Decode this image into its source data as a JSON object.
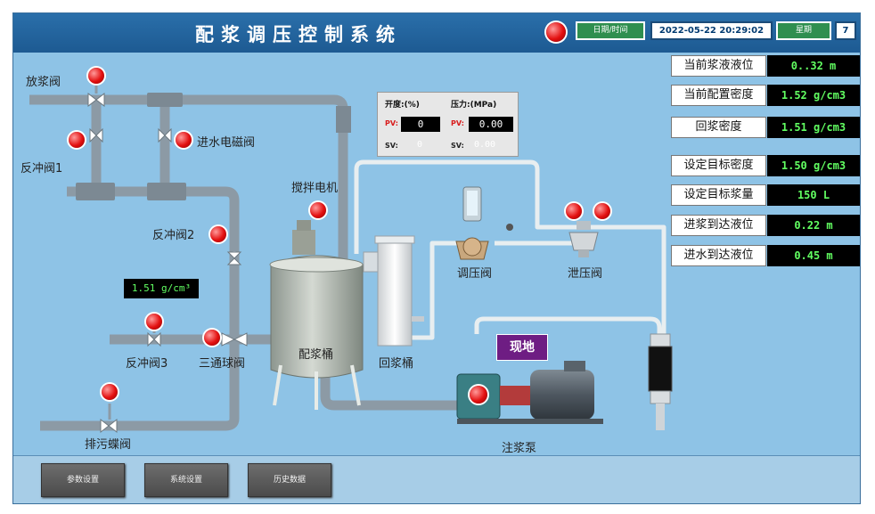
{
  "header": {
    "title": "配浆调压控制系统",
    "datetime_label": "日期/时间",
    "datetime_value": "2022-05-22 20:29:02",
    "weekday_label": "星期",
    "weekday_value": "7"
  },
  "status": [
    {
      "label": "当前浆液液位",
      "value": "0..32 m"
    },
    {
      "label": "当前配置密度",
      "value": "1.52 g/cm3"
    },
    {
      "label": "回浆密度",
      "value": "1.51 g/cm3"
    },
    {
      "label": "设定目标密度",
      "value": "1.50 g/cm3"
    },
    {
      "label": "设定目标浆量",
      "value": "150 L"
    },
    {
      "label": "进浆到达液位",
      "value": "0.22 m"
    },
    {
      "label": "进水到达液位",
      "value": "0.45 m"
    }
  ],
  "panel": {
    "opening_label": "开度:(%)",
    "pressure_label": "压力:(MPa)",
    "pv_label": "PV:",
    "sv_label": "SV:",
    "opening_pv": "0",
    "opening_sv": "0",
    "pressure_pv": "0.00",
    "pressure_sv": "0.00"
  },
  "labels": {
    "release_valve": "放浆阀",
    "backflush_valve_1": "反冲阀1",
    "water_inlet_valve": "进水电磁阀",
    "backflush_valve_2": "反冲阀2",
    "backflush_valve_3": "反冲阀3",
    "three_way_valve": "三通球阀",
    "sewage_valve": "排污蝶阀",
    "mixer_motor": "搅拌电机",
    "mixing_tank": "配浆桶",
    "return_tank": "回浆桶",
    "regulating_valve": "调压阀",
    "relief_valve": "泄压阀",
    "injection_pump": "注浆泵"
  },
  "density_readout": "1.51 g/cm³",
  "local_badge": "现地",
  "footer": {
    "param_button": "参数设置",
    "system_button": "系统设置",
    "history_button": "历史数据"
  },
  "colors": {
    "header_bg": "#1d5a92",
    "canvas_bg": "#8ec3e6",
    "alarm_red": "#e31010",
    "readout_green": "#62ff62",
    "pipe_gray": "#8c9aa5",
    "badge_purple": "#6e1d83"
  }
}
